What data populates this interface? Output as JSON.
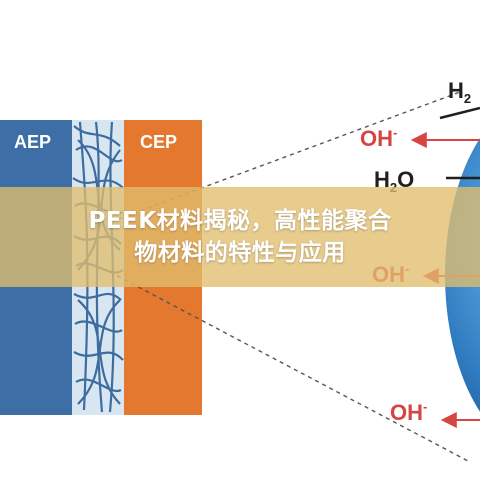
{
  "diagram": {
    "aep_label": "AEP",
    "cep_label": "CEP",
    "h2_label": "H",
    "h2_sub": "2",
    "h2o_top_label": "H",
    "h2o_top_sub": "2",
    "h2o_top_tail": "O",
    "oh_1": "OH",
    "oh_1_sup": "-",
    "oh_2": "OH",
    "oh_2_sup": "-",
    "oh_3": "OH",
    "oh_3_sup": "-",
    "colors": {
      "aep": "#3d6ea5",
      "cep": "#e4782f",
      "arrow": "#d64541",
      "catalyst": "#2f6fb1",
      "catalyst_light": "#5fa9e0"
    }
  },
  "banner": {
    "line1": "PEEK材料揭秘，高性能聚合",
    "line2": "物材料的特性与应用"
  }
}
